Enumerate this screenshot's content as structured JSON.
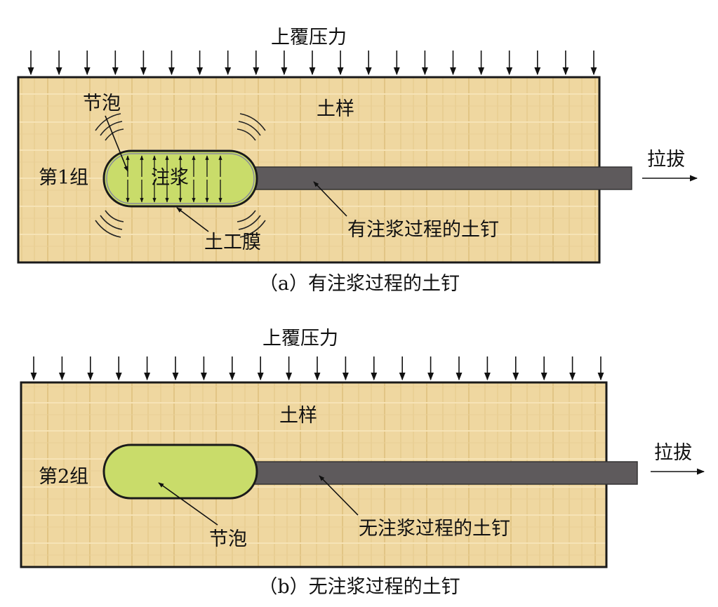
{
  "panel_a": {
    "pressure_label": "上覆压力",
    "soil_label": "土样",
    "group_label": "第1组",
    "bulb_label": "节泡",
    "grout_label": "注浆",
    "membrane_label": "土工膜",
    "nail_label": "有注浆过程的土钉",
    "pull_label": "拉拔",
    "caption": "（a）有注浆过程的土钉"
  },
  "panel_b": {
    "pressure_label": "上覆压力",
    "soil_label": "土样",
    "group_label": "第2组",
    "bulb_label": "节泡",
    "nail_label": "无注浆过程的土钉",
    "pull_label": "拉拔",
    "caption": "（b）无注浆过程的土钉"
  },
  "colors": {
    "soil": "#efd7a0",
    "bulb": "#c9dc6a",
    "nail": "#5e5a5c",
    "outline": "#1a1a1a"
  }
}
